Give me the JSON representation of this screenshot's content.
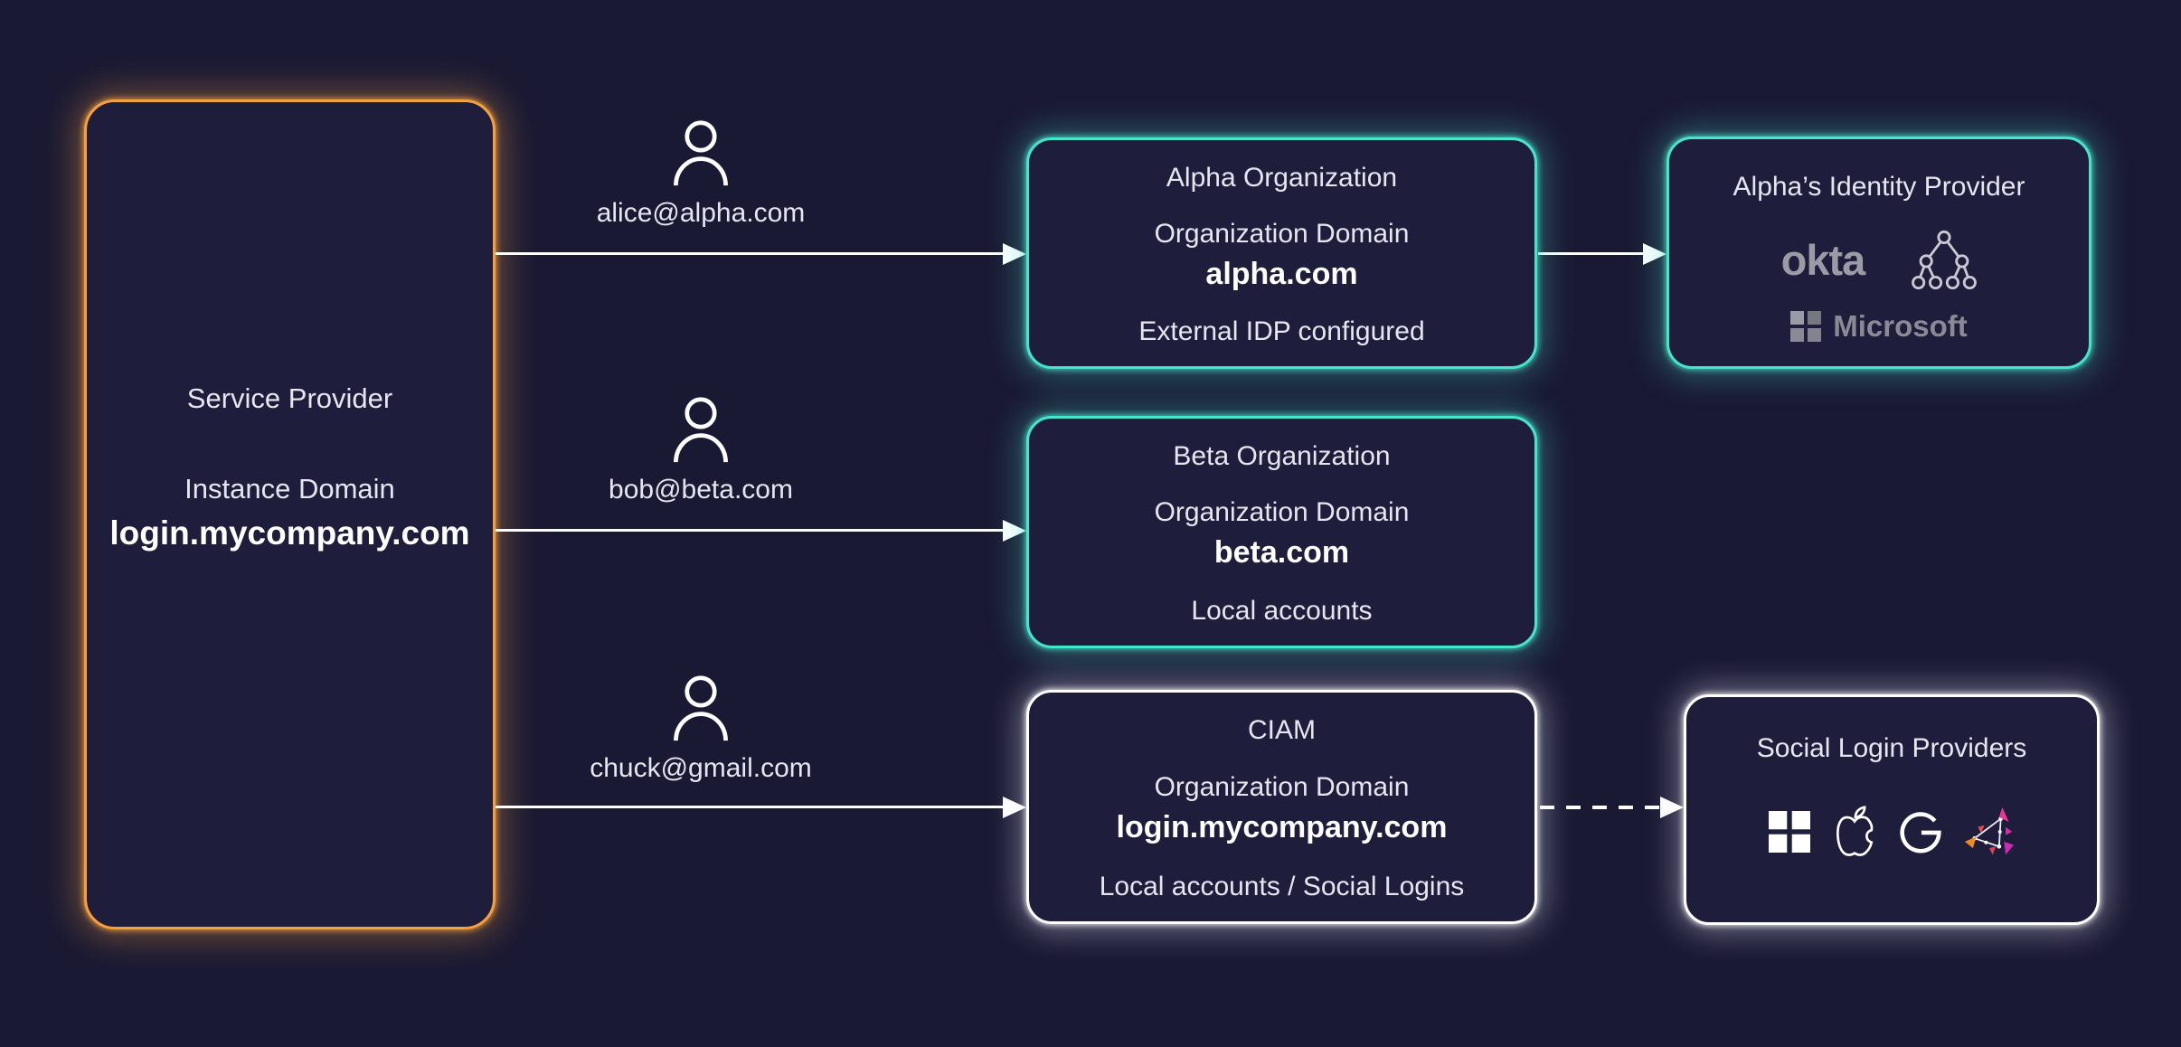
{
  "colors": {
    "background": "#1A1933",
    "box_fill": "#1E1D3B",
    "orange_border": "#F5A03C",
    "teal_border": "#47E4CC",
    "white_border": "#FFFFFF",
    "text": "#E6E6F0",
    "logo_gray": "#9B9BA5",
    "zitadel_orange": "#F08A1E",
    "zitadel_red": "#E34A52",
    "zitadel_magenta": "#E73895"
  },
  "service_provider": {
    "title": "Service Provider",
    "domain_label": "Instance Domain",
    "domain_value": "login.mycompany.com"
  },
  "users": [
    {
      "email": "alice@alpha.com",
      "icon": "user-icon"
    },
    {
      "email": "bob@beta.com",
      "icon": "user-icon"
    },
    {
      "email": "chuck@gmail.com",
      "icon": "user-icon"
    }
  ],
  "organizations": [
    {
      "title": "Alpha Organization",
      "domain_label": "Organization Domain",
      "domain_value": "alpha.com",
      "note": "External IDP configured",
      "border_color": "#47E4CC"
    },
    {
      "title": "Beta Organization",
      "domain_label": "Organization Domain",
      "domain_value": "beta.com",
      "note": "Local accounts",
      "border_color": "#47E4CC"
    },
    {
      "title": "CIAM",
      "domain_label": "Organization Domain",
      "domain_value": "login.mycompany.com",
      "note": "Local accounts / Social Logins",
      "border_color": "#FFFFFF"
    }
  ],
  "identity_provider": {
    "title": "Alpha’s Identity Provider",
    "border_color": "#47E4CC",
    "okta_label": "okta",
    "microsoft_label": "Microsoft",
    "logos": [
      "okta-logo",
      "directory-tree-icon",
      "microsoft-logo"
    ]
  },
  "social_login": {
    "title": "Social Login Providers",
    "border_color": "#FFFFFF",
    "logos": [
      "microsoft-squares-icon",
      "apple-icon",
      "google-icon",
      "zitadel-icon"
    ]
  },
  "connections": [
    {
      "from": "service-provider",
      "to": "alpha-organization",
      "label": "alice@alpha.com",
      "style": "solid"
    },
    {
      "from": "service-provider",
      "to": "beta-organization",
      "label": "bob@beta.com",
      "style": "solid"
    },
    {
      "from": "service-provider",
      "to": "ciam",
      "label": "chuck@gmail.com",
      "style": "solid"
    },
    {
      "from": "alpha-organization",
      "to": "alpha-identity-provider",
      "style": "solid"
    },
    {
      "from": "ciam",
      "to": "social-login-providers",
      "style": "dashed"
    }
  ]
}
